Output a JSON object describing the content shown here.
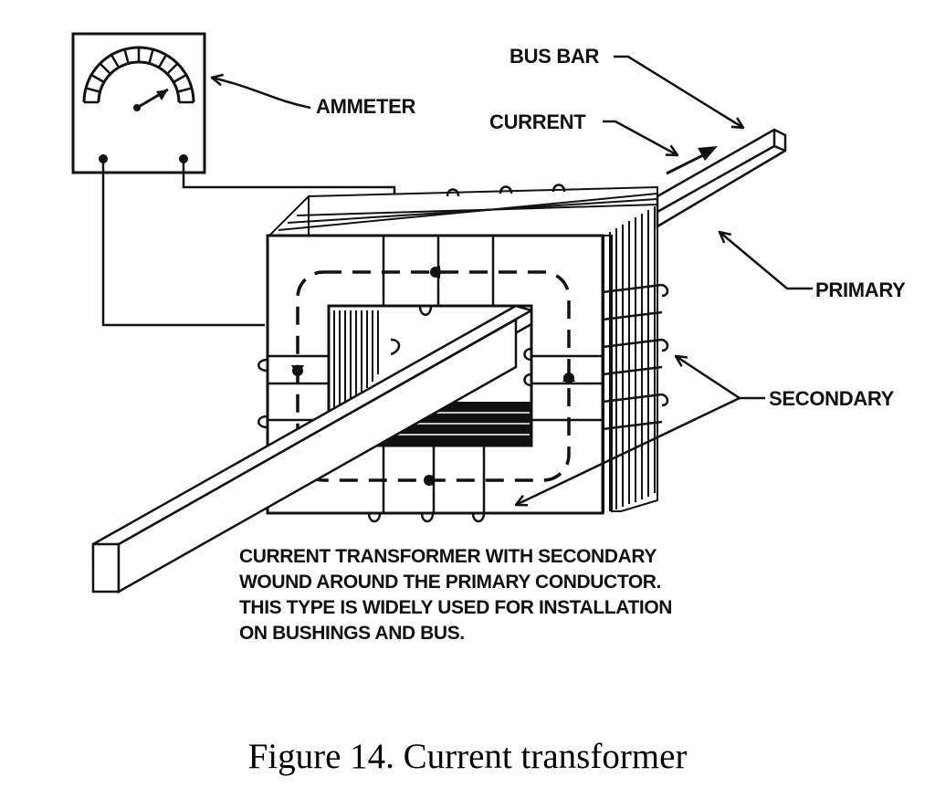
{
  "labels": {
    "ammeter": "AMMETER",
    "bus_bar": "BUS BAR",
    "current": "CURRENT",
    "primary": "PRIMARY",
    "secondary": "SECONDARY"
  },
  "description_lines": [
    "CURRENT TRANSFORMER WITH SECONDARY",
    "WOUND AROUND THE PRIMARY CONDUCTOR.",
    "THIS TYPE IS WIDELY USED FOR INSTALLATION",
    "ON BUSHINGS AND BUS."
  ],
  "caption": "Figure 14. Current transformer",
  "colors": {
    "ink": "#111111",
    "background": "#ffffff"
  }
}
